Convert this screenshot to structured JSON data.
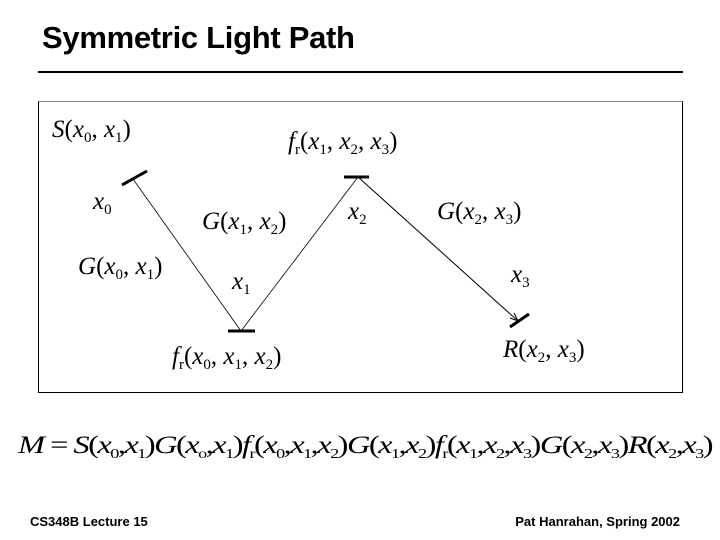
{
  "title": "Symmetric Light Path",
  "labels": {
    "source": {
      "f": "S",
      "fsub": "",
      "args": [
        "0",
        "1"
      ]
    },
    "fr_top": {
      "f": "f",
      "fsub": "r",
      "args": [
        "1",
        "2",
        "3"
      ]
    },
    "x0": {
      "f": "",
      "fsub": "",
      "point": "0"
    },
    "g12": {
      "f": "G",
      "fsub": "",
      "args": [
        "1",
        "2"
      ]
    },
    "x2": {
      "f": "",
      "fsub": "",
      "point": "2"
    },
    "g23": {
      "f": "G",
      "fsub": "",
      "args": [
        "2",
        "3"
      ]
    },
    "g01": {
      "f": "G",
      "fsub": "",
      "args": [
        "0",
        "1"
      ]
    },
    "x1": {
      "f": "",
      "fsub": "",
      "point": "1"
    },
    "x3": {
      "f": "",
      "fsub": "",
      "point": "3"
    },
    "receiver": {
      "f": "R",
      "fsub": "",
      "args": [
        "2",
        "3"
      ]
    },
    "fr_bottom": {
      "f": "f",
      "fsub": "r",
      "args": [
        "0",
        "1",
        "2"
      ]
    }
  },
  "equation": {
    "lhs": "M",
    "terms": [
      {
        "f": "S",
        "fsub": "",
        "args": [
          "0",
          "1"
        ]
      },
      {
        "f": "G",
        "fsub": "",
        "args": [
          "o",
          "1"
        ]
      },
      {
        "f": "f",
        "fsub": "r",
        "args": [
          "0",
          "1",
          "2"
        ]
      },
      {
        "f": "G",
        "fsub": "",
        "args": [
          "1",
          "2"
        ]
      },
      {
        "f": "f",
        "fsub": "r",
        "args": [
          "1",
          "2",
          "3"
        ]
      },
      {
        "f": "G",
        "fsub": "",
        "args": [
          "2",
          "3"
        ]
      },
      {
        "f": "R",
        "fsub": "",
        "args": [
          "2",
          "3"
        ]
      }
    ]
  },
  "footer": {
    "left": "CS348B Lecture 15",
    "right": "Pat Hanrahan, Spring 2002"
  }
}
